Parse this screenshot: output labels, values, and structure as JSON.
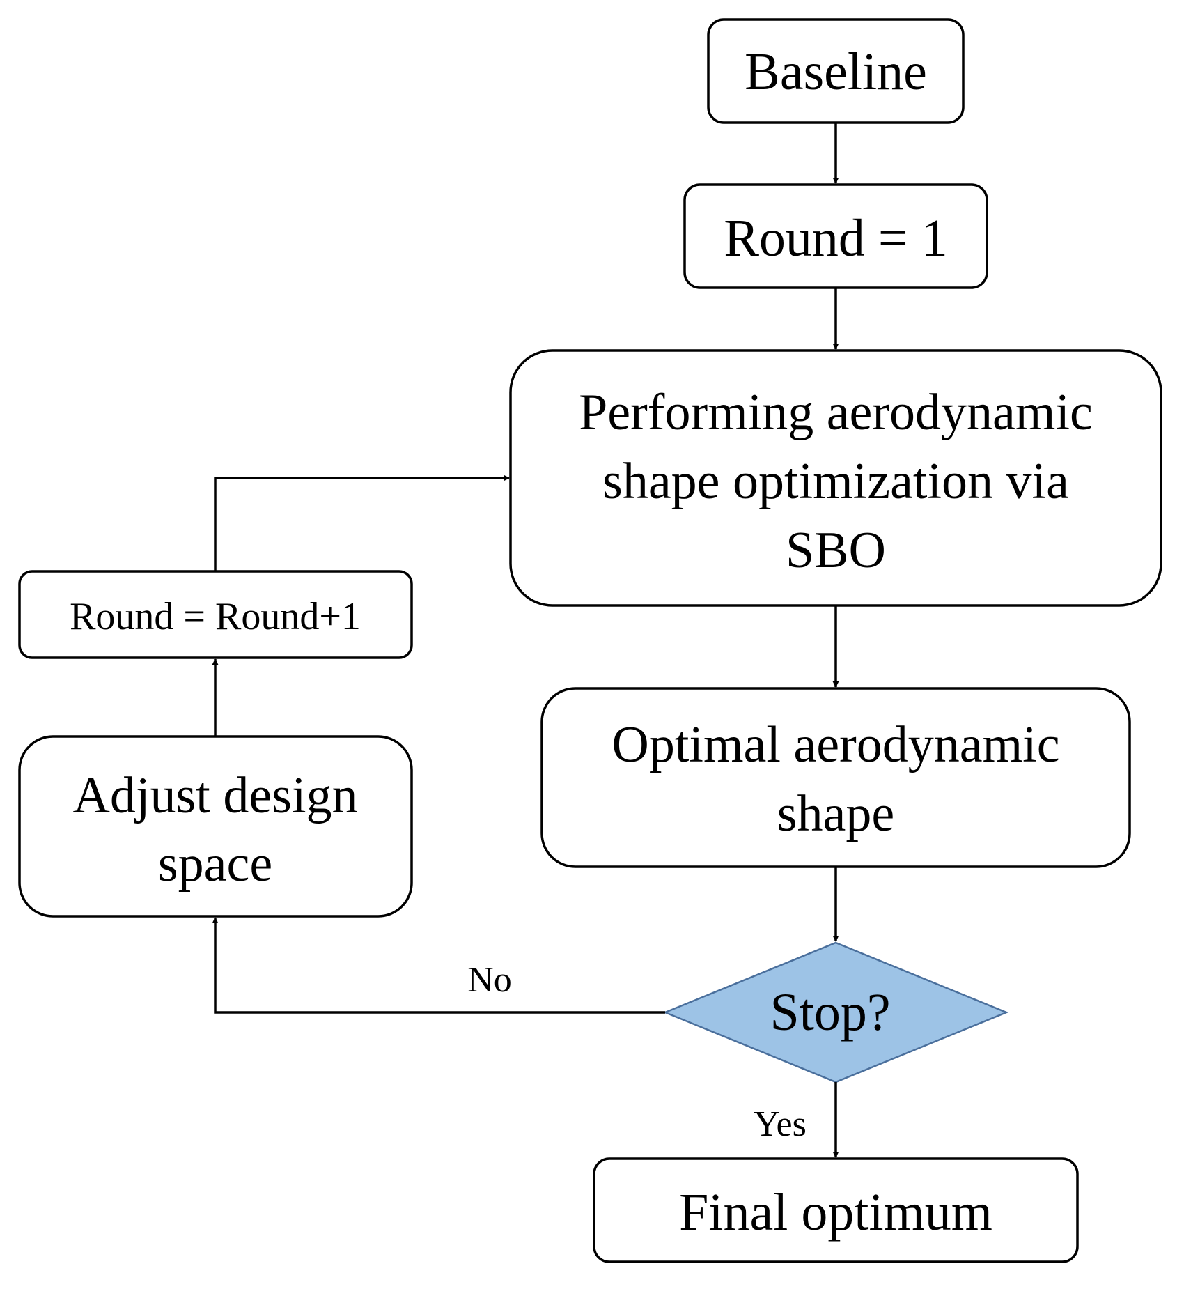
{
  "nodes": {
    "baseline": {
      "label": "Baseline"
    },
    "round_init": {
      "label": "Round = 1"
    },
    "optimization": {
      "lines": [
        "Performing aerodynamic",
        "shape optimization via",
        "SBO"
      ]
    },
    "optimal_shape": {
      "lines": [
        "Optimal aerodynamic",
        "shape"
      ]
    },
    "decision": {
      "label": "Stop?",
      "fill": "#9dc3e6"
    },
    "final": {
      "label": "Final optimum"
    },
    "adjust": {
      "lines": [
        "Adjust design",
        "space"
      ]
    },
    "round_increment": {
      "label": "Round = Round+1"
    }
  },
  "edges": {
    "no_label": "No",
    "yes_label": "Yes"
  }
}
